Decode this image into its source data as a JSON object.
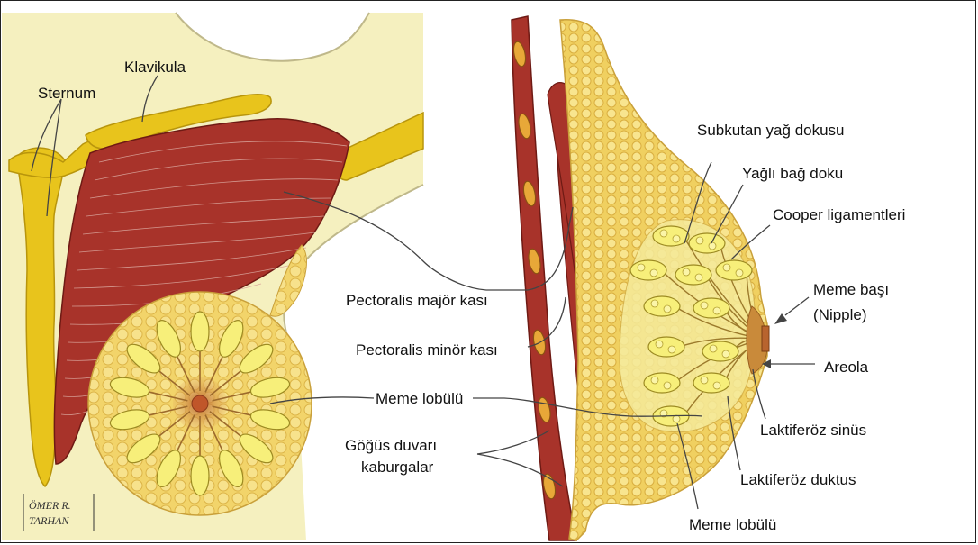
{
  "labels": {
    "sternum": "Sternum",
    "klavikula": "Klavikula",
    "subkutan": "Subkutan yağ dokusu",
    "yagli_bag": "Yağlı bağ doku",
    "cooper": "Cooper ligamentleri",
    "meme_basi": "Meme başı",
    "nipple": "(Nipple)",
    "pectoralis_major": "Pectoralis majör kası",
    "pectoralis_minor": "Pectoralis minör kası",
    "areola": "Areola",
    "meme_lobulu_left": "Meme lobülü",
    "laktiferoz_sinus": "Laktiferöz sinüs",
    "gogus_duvari": "Göğüs duvarı",
    "kaburgalar": "kaburgalar",
    "laktiferoz_duktus": "Laktiferöz duktus",
    "meme_lobulu_right": "Meme lobülü"
  },
  "signature": {
    "line1": "ÖMER R.",
    "line2": "TARHAN"
  },
  "colors": {
    "background": "#f5f0bf",
    "muscle": "#a8332a",
    "bone": "#e8c41c",
    "fat": "#f4d670",
    "lobule": "#f7ef7a",
    "areola": "#c98a3a"
  }
}
